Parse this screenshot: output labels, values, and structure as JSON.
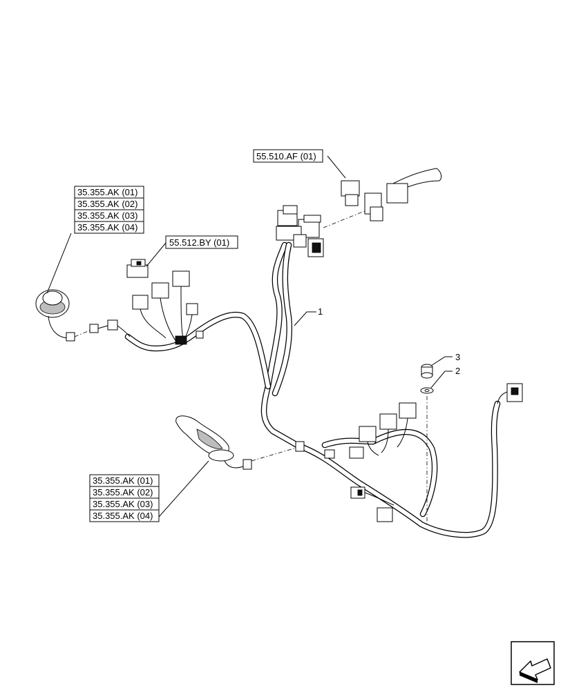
{
  "callouts": {
    "joystick_left": [
      "35.355.AK (01)",
      "35.355.AK (02)",
      "35.355.AK (03)",
      "35.355.AK (04)"
    ],
    "switch": "55.512.BY (01)",
    "connector_upper_right": "55.510.AF (01)",
    "joystick_lower": [
      "35.355.AK (01)",
      "35.355.AK (02)",
      "35.355.AK (03)",
      "35.355.AK (04)"
    ]
  },
  "item_numbers": {
    "harness": "1",
    "washer": "2",
    "bolt": "3"
  },
  "icons": {
    "corner_nav": "arrow-icon"
  },
  "colors": {
    "line": "#000000",
    "background": "#ffffff"
  }
}
